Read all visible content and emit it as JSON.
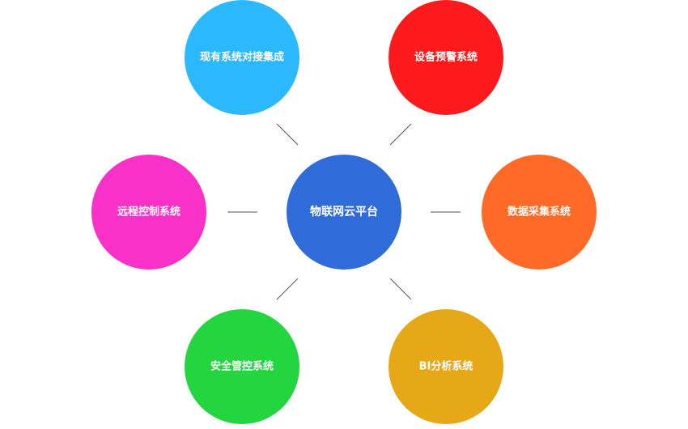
{
  "hub": {
    "label": "物联网云平台",
    "color": "#2F6BD9"
  },
  "nodes": [
    {
      "label": "现有系统对接集成",
      "color": "#2BB8FC"
    },
    {
      "label": "设备预警系统",
      "color": "#FC1A1C"
    },
    {
      "label": "远程控制系统",
      "color": "#FA31C8"
    },
    {
      "label": "数据采集系统",
      "color": "#FF6A28"
    },
    {
      "label": "安全管控系统",
      "color": "#23D63F"
    },
    {
      "label": "BI分析系统",
      "color": "#E7A818"
    }
  ]
}
